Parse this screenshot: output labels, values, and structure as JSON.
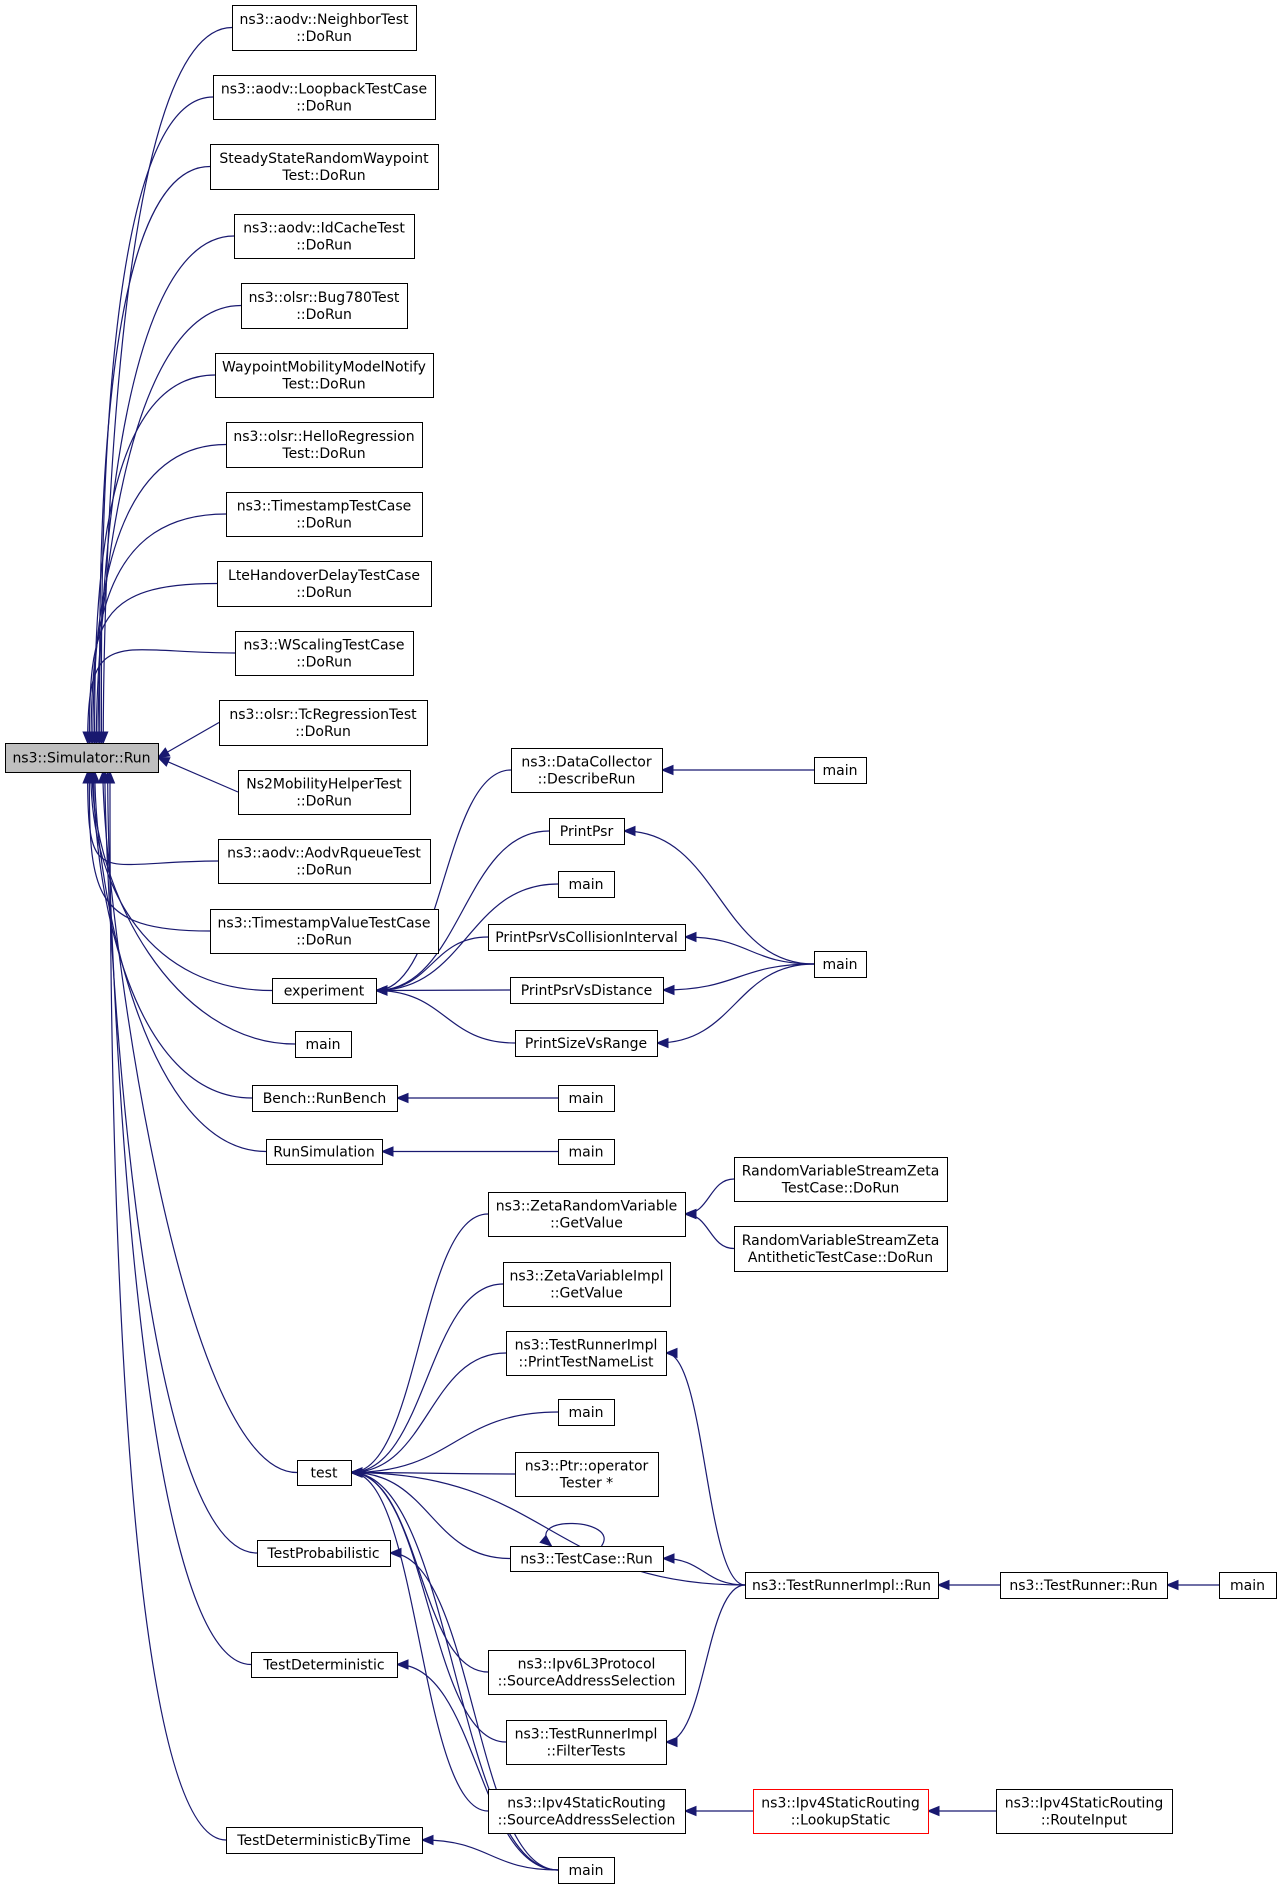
{
  "colors": {
    "edge": "#191970",
    "root_fill": "#bfbfbf",
    "highlight_border": "#ff0000"
  },
  "nodes": [
    {
      "id": "root",
      "lines": [
        "ns3::Simulator::Run"
      ],
      "root": true
    },
    {
      "id": "n_neighbor",
      "lines": [
        "ns3::aodv::NeighborTest",
        "::DoRun"
      ]
    },
    {
      "id": "n_loopback",
      "lines": [
        "ns3::aodv::LoopbackTestCase",
        "::DoRun"
      ]
    },
    {
      "id": "n_steady",
      "lines": [
        "SteadyStateRandomWaypoint",
        "Test::DoRun"
      ]
    },
    {
      "id": "n_idcache",
      "lines": [
        "ns3::aodv::IdCacheTest",
        "::DoRun"
      ]
    },
    {
      "id": "n_bug780",
      "lines": [
        "ns3::olsr::Bug780Test",
        "::DoRun"
      ]
    },
    {
      "id": "n_waypoint",
      "lines": [
        "WaypointMobilityModelNotify",
        "Test::DoRun"
      ]
    },
    {
      "id": "n_hello",
      "lines": [
        "ns3::olsr::HelloRegression",
        "Test::DoRun"
      ]
    },
    {
      "id": "n_timestamp",
      "lines": [
        "ns3::TimestampTestCase",
        "::DoRun"
      ]
    },
    {
      "id": "n_lte",
      "lines": [
        "LteHandoverDelayTestCase",
        "::DoRun"
      ]
    },
    {
      "id": "n_wscaling",
      "lines": [
        "ns3::WScalingTestCase",
        "::DoRun"
      ]
    },
    {
      "id": "n_tcreg",
      "lines": [
        "ns3::olsr::TcRegressionTest",
        "::DoRun"
      ]
    },
    {
      "id": "n_ns2",
      "lines": [
        "Ns2MobilityHelperTest",
        "::DoRun"
      ]
    },
    {
      "id": "n_rqueue",
      "lines": [
        "ns3::aodv::AodvRqueueTest",
        "::DoRun"
      ]
    },
    {
      "id": "n_tsvalue",
      "lines": [
        "ns3::TimestampValueTestCase",
        "::DoRun"
      ]
    },
    {
      "id": "n_experiment",
      "lines": [
        "experiment"
      ]
    },
    {
      "id": "n_main_a",
      "lines": [
        "main"
      ]
    },
    {
      "id": "n_runbench",
      "lines": [
        "Bench::RunBench"
      ]
    },
    {
      "id": "n_runsim",
      "lines": [
        "RunSimulation"
      ]
    },
    {
      "id": "n_test",
      "lines": [
        "test"
      ]
    },
    {
      "id": "n_testprob",
      "lines": [
        "TestProbabilistic"
      ]
    },
    {
      "id": "n_testdet",
      "lines": [
        "TestDeterministic"
      ]
    },
    {
      "id": "n_testdettime",
      "lines": [
        "TestDeterministicByTime"
      ]
    },
    {
      "id": "n_datacollector",
      "lines": [
        "ns3::DataCollector",
        "::DescribeRun"
      ]
    },
    {
      "id": "n_printpsr",
      "lines": [
        "PrintPsr"
      ]
    },
    {
      "id": "n_main_b",
      "lines": [
        "main"
      ]
    },
    {
      "id": "n_printcoll",
      "lines": [
        "PrintPsrVsCollisionInterval"
      ]
    },
    {
      "id": "n_printdist",
      "lines": [
        "PrintPsrVsDistance"
      ]
    },
    {
      "id": "n_printsize",
      "lines": [
        "PrintSizeVsRange"
      ]
    },
    {
      "id": "n_main_c",
      "lines": [
        "main"
      ]
    },
    {
      "id": "n_main_d",
      "lines": [
        "main"
      ]
    },
    {
      "id": "n_main_e",
      "lines": [
        "main"
      ]
    },
    {
      "id": "n_main_f",
      "lines": [
        "main"
      ]
    },
    {
      "id": "n_zetarv",
      "lines": [
        "ns3::ZetaRandomVariable",
        "::GetValue"
      ]
    },
    {
      "id": "n_zetaimpl",
      "lines": [
        "ns3::ZetaVariableImpl",
        "::GetValue"
      ]
    },
    {
      "id": "n_printtestname",
      "lines": [
        "ns3::TestRunnerImpl",
        "::PrintTestNameList"
      ]
    },
    {
      "id": "n_main_g",
      "lines": [
        "main"
      ]
    },
    {
      "id": "n_ptrop",
      "lines": [
        "ns3::Ptr::operator",
        "Tester *"
      ]
    },
    {
      "id": "n_tcrun",
      "lines": [
        "ns3::TestCase::Run"
      ]
    },
    {
      "id": "n_ipv6l3",
      "lines": [
        "ns3::Ipv6L3Protocol",
        "::SourceAddressSelection"
      ]
    },
    {
      "id": "n_filtertests",
      "lines": [
        "ns3::TestRunnerImpl",
        "::FilterTests"
      ]
    },
    {
      "id": "n_ipv4sas",
      "lines": [
        "ns3::Ipv4StaticRouting",
        "::SourceAddressSelection"
      ]
    },
    {
      "id": "n_main_h",
      "lines": [
        "main"
      ]
    },
    {
      "id": "n_zetatc",
      "lines": [
        "RandomVariableStreamZeta",
        "TestCase::DoRun"
      ]
    },
    {
      "id": "n_zetaanti",
      "lines": [
        "RandomVariableStreamZeta",
        "AntitheticTestCase::DoRun"
      ]
    },
    {
      "id": "n_trirun",
      "lines": [
        "ns3::TestRunnerImpl::Run"
      ]
    },
    {
      "id": "n_lookup",
      "lines": [
        "ns3::Ipv4StaticRouting",
        "::LookupStatic"
      ],
      "red": true
    },
    {
      "id": "n_truntime",
      "lines": [
        "ns3::TestRunner::Run"
      ]
    },
    {
      "id": "n_main_i",
      "lines": [
        "main"
      ]
    },
    {
      "id": "n_routeinput",
      "lines": [
        "ns3::Ipv4StaticRouting",
        "::RouteInput"
      ]
    }
  ],
  "edges": [
    {
      "from": "n_neighbor",
      "to": "root"
    },
    {
      "from": "n_loopback",
      "to": "root"
    },
    {
      "from": "n_steady",
      "to": "root"
    },
    {
      "from": "n_idcache",
      "to": "root"
    },
    {
      "from": "n_bug780",
      "to": "root"
    },
    {
      "from": "n_waypoint",
      "to": "root"
    },
    {
      "from": "n_hello",
      "to": "root"
    },
    {
      "from": "n_timestamp",
      "to": "root"
    },
    {
      "from": "n_lte",
      "to": "root"
    },
    {
      "from": "n_wscaling",
      "to": "root"
    },
    {
      "from": "n_tcreg",
      "to": "root"
    },
    {
      "from": "n_ns2",
      "to": "root"
    },
    {
      "from": "n_rqueue",
      "to": "root"
    },
    {
      "from": "n_tsvalue",
      "to": "root"
    },
    {
      "from": "n_experiment",
      "to": "root"
    },
    {
      "from": "n_main_a",
      "to": "root"
    },
    {
      "from": "n_runbench",
      "to": "root"
    },
    {
      "from": "n_runsim",
      "to": "root"
    },
    {
      "from": "n_test",
      "to": "root"
    },
    {
      "from": "n_testprob",
      "to": "root"
    },
    {
      "from": "n_testdet",
      "to": "root"
    },
    {
      "from": "n_testdettime",
      "to": "root"
    },
    {
      "from": "n_datacollector",
      "to": "n_experiment"
    },
    {
      "from": "n_printpsr",
      "to": "n_experiment"
    },
    {
      "from": "n_main_b",
      "to": "n_experiment"
    },
    {
      "from": "n_printcoll",
      "to": "n_experiment"
    },
    {
      "from": "n_printdist",
      "to": "n_experiment"
    },
    {
      "from": "n_printsize",
      "to": "n_experiment"
    },
    {
      "from": "n_main_c",
      "to": "n_datacollector"
    },
    {
      "from": "n_main_d",
      "to": "n_printpsr"
    },
    {
      "from": "n_main_d",
      "to": "n_printcoll"
    },
    {
      "from": "n_main_d",
      "to": "n_printdist"
    },
    {
      "from": "n_main_d",
      "to": "n_printsize"
    },
    {
      "from": "n_main_e",
      "to": "n_runbench"
    },
    {
      "from": "n_main_f",
      "to": "n_runsim"
    },
    {
      "from": "n_zetarv",
      "to": "n_test"
    },
    {
      "from": "n_zetaimpl",
      "to": "n_test"
    },
    {
      "from": "n_printtestname",
      "to": "n_test"
    },
    {
      "from": "n_main_g",
      "to": "n_test"
    },
    {
      "from": "n_ptrop",
      "to": "n_test"
    },
    {
      "from": "n_tcrun",
      "to": "n_test"
    },
    {
      "from": "n_ipv6l3",
      "to": "n_test"
    },
    {
      "from": "n_filtertests",
      "to": "n_test"
    },
    {
      "from": "n_ipv4sas",
      "to": "n_test"
    },
    {
      "from": "n_main_h",
      "to": "n_test"
    },
    {
      "from": "n_trirun",
      "to": "n_test"
    },
    {
      "from": "n_main_h",
      "to": "n_testprob"
    },
    {
      "from": "n_main_h",
      "to": "n_testdet"
    },
    {
      "from": "n_main_h",
      "to": "n_testdettime"
    },
    {
      "from": "n_zetatc",
      "to": "n_zetarv"
    },
    {
      "from": "n_zetaanti",
      "to": "n_zetarv"
    },
    {
      "from": "n_trirun",
      "to": "n_printtestname"
    },
    {
      "from": "n_tcrun",
      "to": "n_tcrun"
    },
    {
      "from": "n_trirun",
      "to": "n_tcrun"
    },
    {
      "from": "n_trirun",
      "to": "n_filtertests"
    },
    {
      "from": "n_lookup",
      "to": "n_ipv4sas"
    },
    {
      "from": "n_truntime",
      "to": "n_trirun"
    },
    {
      "from": "n_main_i",
      "to": "n_truntime"
    },
    {
      "from": "n_routeinput",
      "to": "n_lookup"
    }
  ]
}
